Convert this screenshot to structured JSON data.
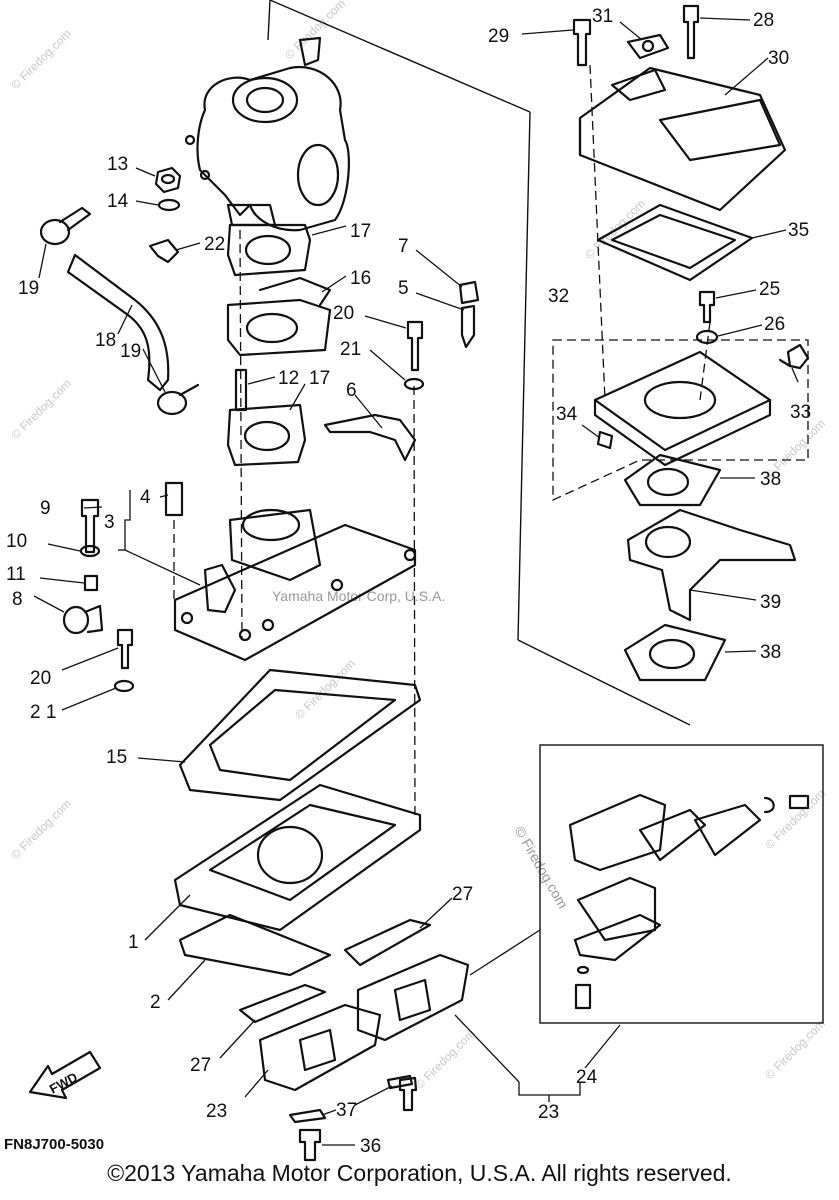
{
  "labels": {
    "l1": "1",
    "l2": "2",
    "l3": "3",
    "l4": "4",
    "l5": "5",
    "l6": "6",
    "l7": "7",
    "l8": "8",
    "l9": "9",
    "l10": "10",
    "l11": "11",
    "l12": "12",
    "l13": "13",
    "l14": "14",
    "l15": "15",
    "l16": "16",
    "l17a": "17",
    "l17b": "17",
    "l18": "18",
    "l19a": "19",
    "l19b": "19",
    "l20a": "20",
    "l20b": "20",
    "l21a": "21",
    "l21b": "2 1",
    "l22": "22",
    "l23a": "23",
    "l23b": "23",
    "l24": "24",
    "l25": "25",
    "l26": "26",
    "l27a": "27",
    "l27b": "27",
    "l28": "28",
    "l29": "29",
    "l30": "30",
    "l31": "31",
    "l32": "32",
    "l33": "33",
    "l34": "34",
    "l35": "35",
    "l36": "36",
    "l37": "37",
    "l38a": "38",
    "l38b": "38",
    "l39": "39"
  },
  "fwd_label": "FWD",
  "diagram_code": "FN8J700-5030",
  "watermarks": {
    "center": "Yamaha Motor Corp, U.S.A.",
    "firedog_center": "© Firedog.com",
    "firedog_tile": "© Firedog.com"
  },
  "footer": {
    "copyright": "©2013 Yamaha Motor Corporation, U.S.A. All rights reserved."
  }
}
